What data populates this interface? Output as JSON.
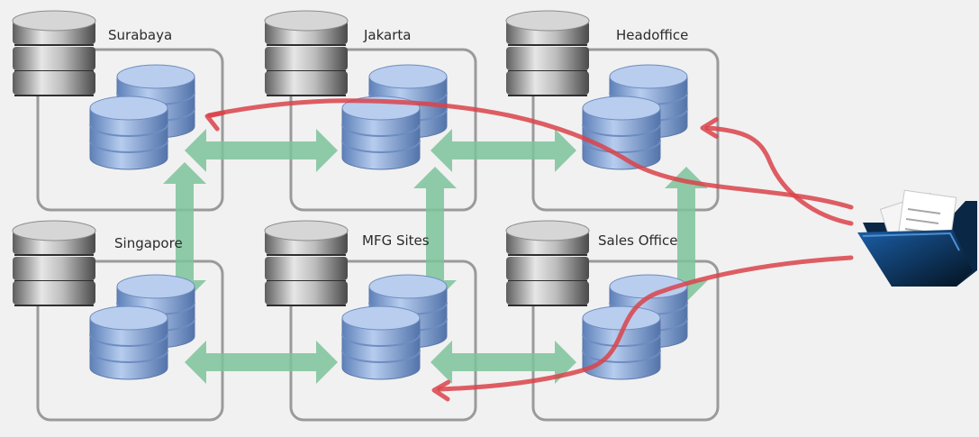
{
  "diagram": {
    "sites": [
      {
        "id": "surabaya",
        "label": "Surabaya"
      },
      {
        "id": "jakarta",
        "label": "Jakarta"
      },
      {
        "id": "headoffice",
        "label": "Headoffice"
      },
      {
        "id": "singapore",
        "label": "Singapore"
      },
      {
        "id": "mfg",
        "label": "MFG Sites"
      },
      {
        "id": "sales",
        "label": "Sales Office"
      }
    ],
    "replication_links": [
      [
        "surabaya",
        "jakarta"
      ],
      [
        "jakarta",
        "headoffice"
      ],
      [
        "singapore",
        "mfg"
      ],
      [
        "mfg",
        "sales"
      ],
      [
        "surabaya",
        "singapore"
      ],
      [
        "jakarta",
        "mfg"
      ],
      [
        "headoffice",
        "sales"
      ]
    ],
    "document_flows": [
      "surabaya",
      "headoffice",
      "mfg"
    ],
    "colors": {
      "background": "#f1f1f1",
      "site_border": "#9a9a9a",
      "replication_arrow": "#7cc39a",
      "flow_arrow": "#d9434a",
      "database_blue": "#8fb0dd",
      "server_silver": "#9a9a9a",
      "folder": "#0c3a6e"
    },
    "icons": {
      "server": "server-stack-icon",
      "database": "database-cylinder-icon",
      "documents": "document-folder-icon"
    }
  }
}
